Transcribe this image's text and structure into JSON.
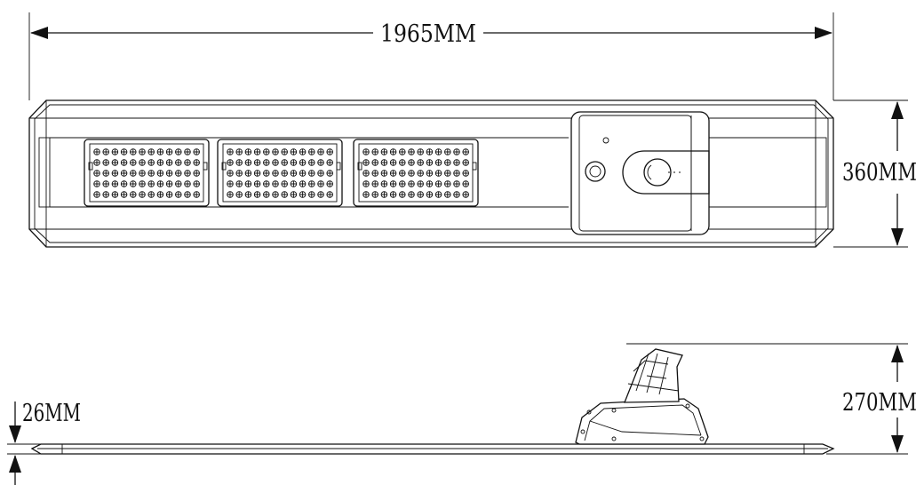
{
  "dimensions": {
    "length": "1965MM",
    "width": "360MM",
    "height": "270MM",
    "thickness": "26MM"
  },
  "colors": {
    "line": "#111111",
    "background": "#ffffff"
  },
  "led_modules": {
    "count": 3,
    "rows": 5,
    "cols": 12
  }
}
